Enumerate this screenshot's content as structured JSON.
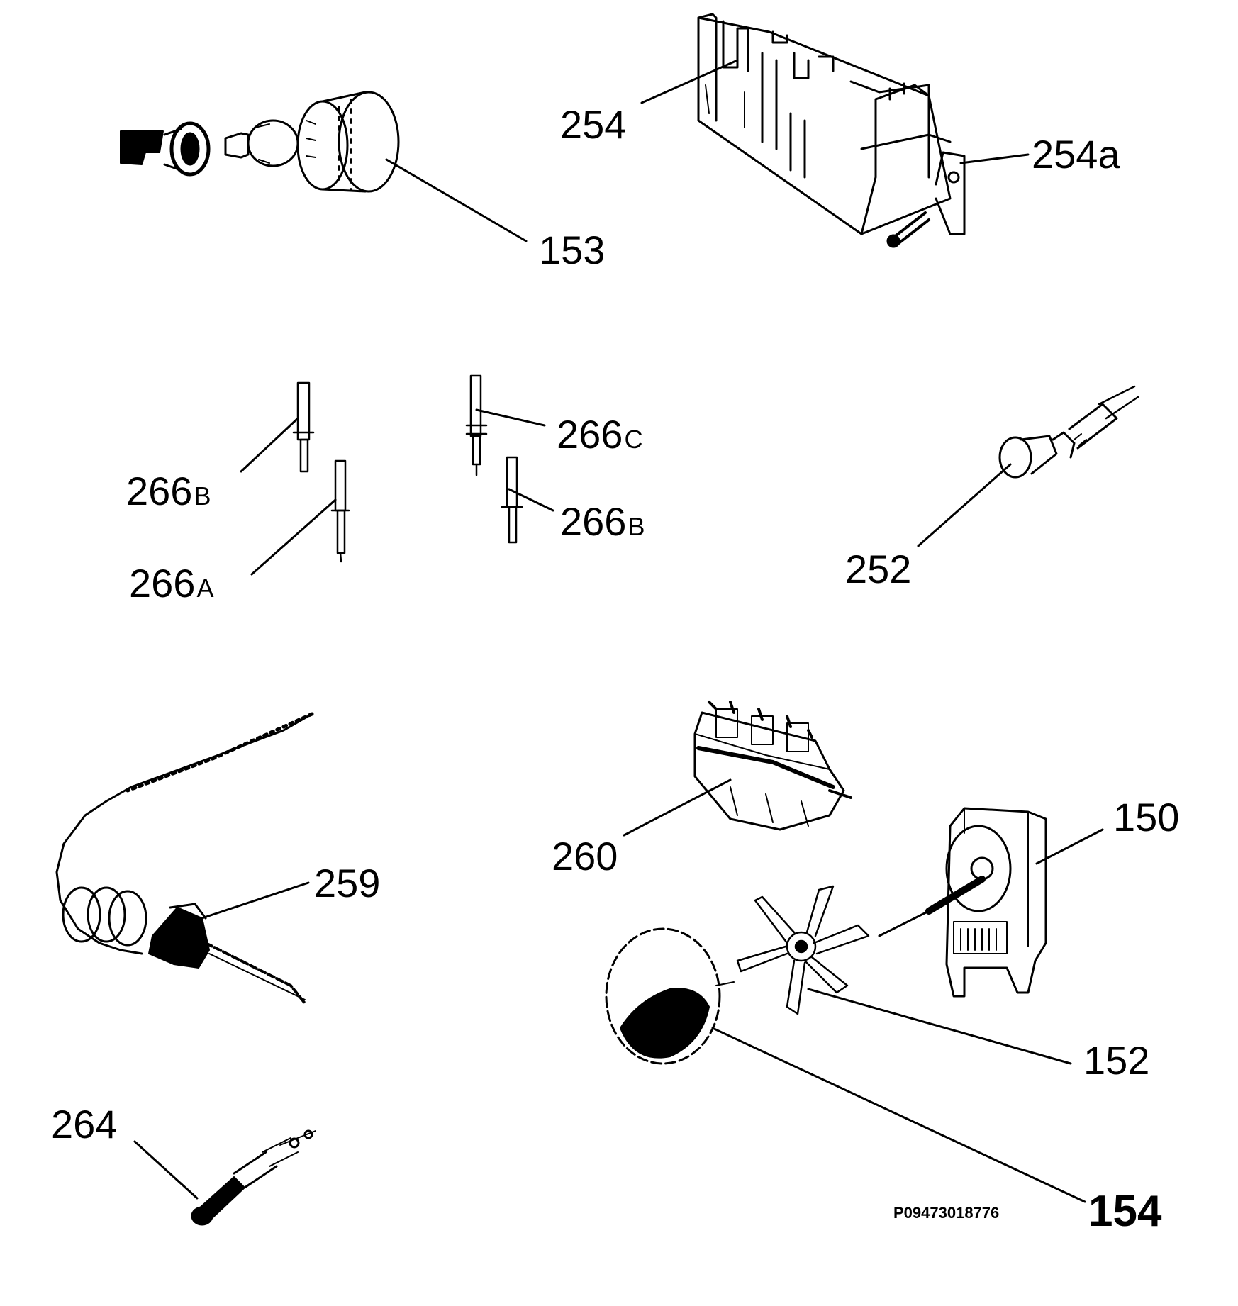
{
  "diagram": {
    "drawing_code": "P09473018776",
    "colors": {
      "ink": "#000000",
      "paper": "#ffffff"
    },
    "parts": [
      {
        "id": "p153",
        "number": "153",
        "suffix": ""
      },
      {
        "id": "p254",
        "number": "254",
        "suffix": ""
      },
      {
        "id": "p254a",
        "number": "254",
        "suffix": "a"
      },
      {
        "id": "p266b1",
        "number": "266",
        "suffix": "B"
      },
      {
        "id": "p266a",
        "number": "266",
        "suffix": "A"
      },
      {
        "id": "p266c",
        "number": "266",
        "suffix": "C"
      },
      {
        "id": "p266b2",
        "number": "266",
        "suffix": "B"
      },
      {
        "id": "p252",
        "number": "252",
        "suffix": ""
      },
      {
        "id": "p259",
        "number": "259",
        "suffix": ""
      },
      {
        "id": "p260",
        "number": "260",
        "suffix": ""
      },
      {
        "id": "p150",
        "number": "150",
        "suffix": ""
      },
      {
        "id": "p152",
        "number": "152",
        "suffix": ""
      },
      {
        "id": "p264",
        "number": "264",
        "suffix": ""
      },
      {
        "id": "p154",
        "number": "154",
        "suffix": ""
      }
    ]
  }
}
